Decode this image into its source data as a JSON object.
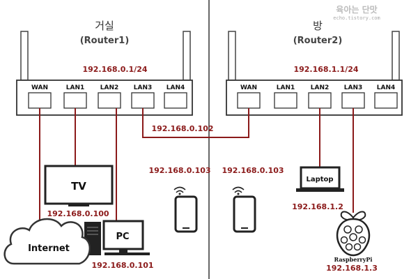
{
  "watermark": {
    "title": "육아는 단맛",
    "url": "echo.tistory.com"
  },
  "router1": {
    "room": "거실",
    "name": "(Router1)",
    "lan_ip": "192.168.0.1/24",
    "ports": [
      "WAN",
      "LAN1",
      "LAN2",
      "LAN3",
      "LAN4"
    ]
  },
  "router2": {
    "room": "방",
    "name": "(Router2)",
    "lan_ip": "192.168.1.1/24",
    "ports": [
      "WAN",
      "LAN1",
      "LAN2",
      "LAN3",
      "LAN4"
    ]
  },
  "link": {
    "router2_wan_ip": "192.168.0.102"
  },
  "devices": {
    "tv": {
      "label": "TV",
      "ip": "192.168.0.100"
    },
    "pc": {
      "label": "PC",
      "ip": "192.168.0.101"
    },
    "internet": {
      "label": "Internet"
    },
    "phone1": {
      "ip": "192.168.0.103"
    },
    "phone2": {
      "ip": "192.168.0.103"
    },
    "laptop": {
      "label": "Laptop",
      "ip": "192.168.1.2"
    },
    "raspberry": {
      "label": "RaspberryPi",
      "ip": "192.168.1.3"
    }
  }
}
